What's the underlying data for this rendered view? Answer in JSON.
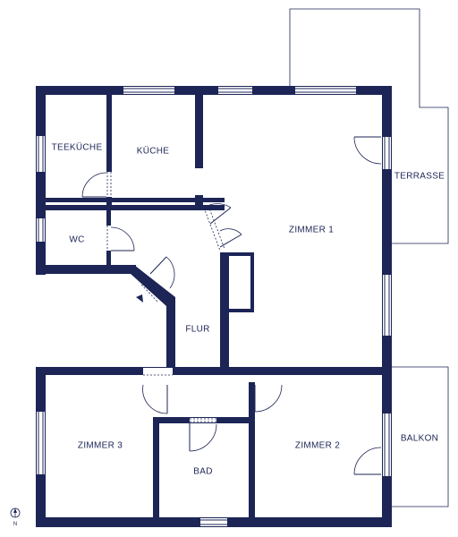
{
  "plan": {
    "colors": {
      "wall": "#1c2556",
      "background": "#ffffff"
    },
    "rooms": {
      "teekueche": "TEEKÜCHE",
      "kueche": "KÜCHE",
      "zimmer1": "ZIMMER 1",
      "wc": "WC",
      "flur": "FLUR",
      "zimmer3": "ZIMMER 3",
      "bad": "BAD",
      "zimmer2": "ZIMMER 2"
    },
    "exterior": {
      "terrasse": "TERRASSE",
      "balkon": "BALKON"
    },
    "compass": {
      "label": "N",
      "icon": "north-arrow-icon"
    }
  }
}
